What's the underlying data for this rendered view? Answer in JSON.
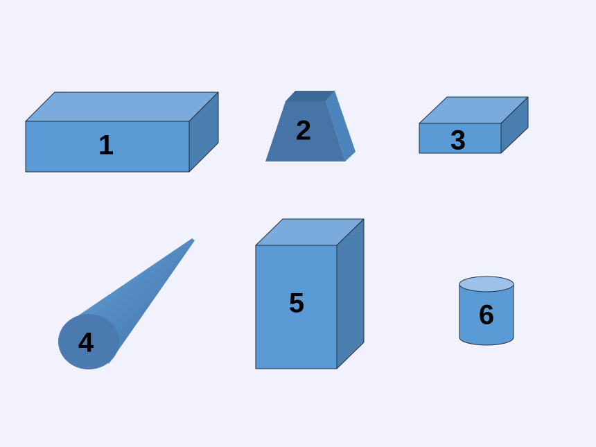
{
  "colors": {
    "background": "#f1f2fd",
    "front": "#5b9bd5",
    "top": "#7aabdc",
    "side": "#4a7fb0",
    "dark_side": "#3f6f9e",
    "cylinder_top": "#9cc2e7",
    "edge": "#1e2d3c",
    "label": "#000000"
  },
  "shapes": [
    {
      "id": "1",
      "label": "1",
      "kind": "rectangular-box"
    },
    {
      "id": "2",
      "label": "2",
      "kind": "frustum"
    },
    {
      "id": "3",
      "label": "3",
      "kind": "rectangular-box"
    },
    {
      "id": "4",
      "label": "4",
      "kind": "cone"
    },
    {
      "id": "5",
      "label": "5",
      "kind": "rectangular-box"
    },
    {
      "id": "6",
      "label": "6",
      "kind": "cylinder"
    }
  ]
}
